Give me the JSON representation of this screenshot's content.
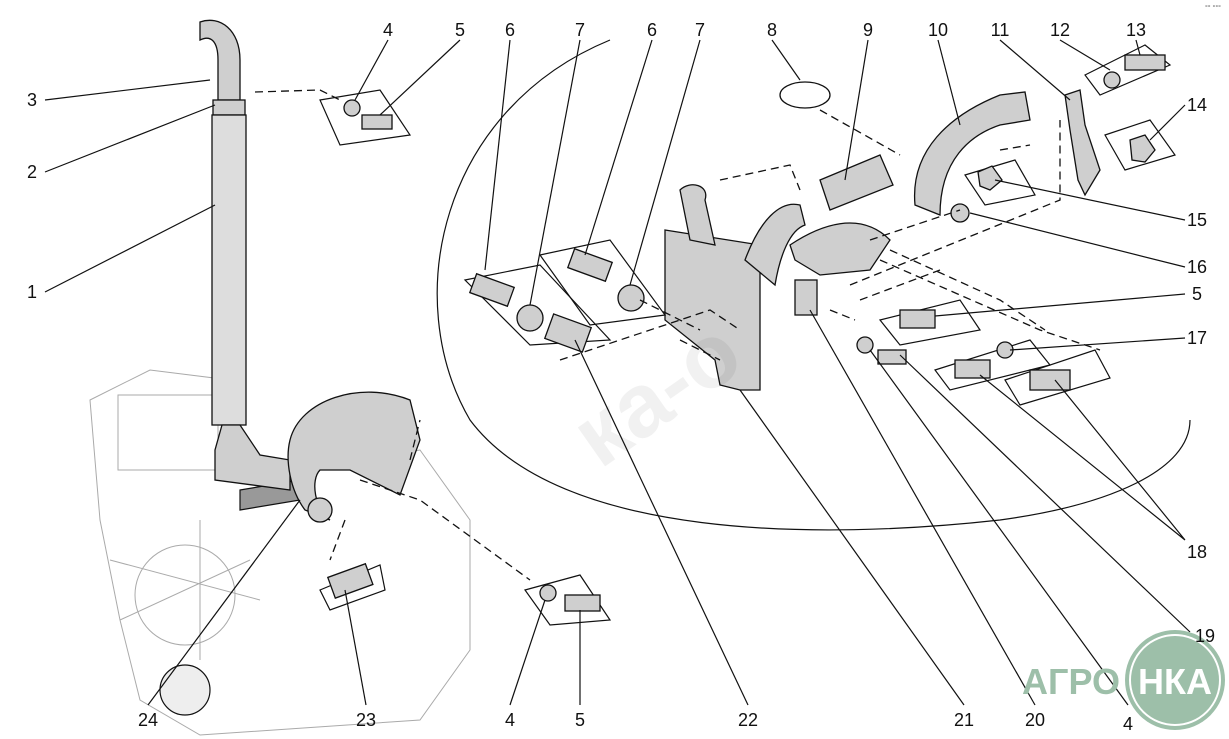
{
  "diagram": {
    "callouts": {
      "top": [
        "4",
        "5",
        "6",
        "7",
        "6",
        "7",
        "8",
        "9",
        "10",
        "11",
        "12",
        "13"
      ],
      "left": [
        "3",
        "2",
        "1"
      ],
      "right": [
        "14",
        "15",
        "16",
        "5",
        "17",
        "18",
        "19"
      ],
      "bottom": [
        "24",
        "23",
        "4",
        "5",
        "22",
        "21",
        "20",
        "4"
      ]
    },
    "corner_mark": "°° °°°",
    "watermark": {
      "prefix": "АГРО",
      "circle": "НКА",
      "faint": "ка-о",
      "color": "#9dbfa9"
    }
  }
}
